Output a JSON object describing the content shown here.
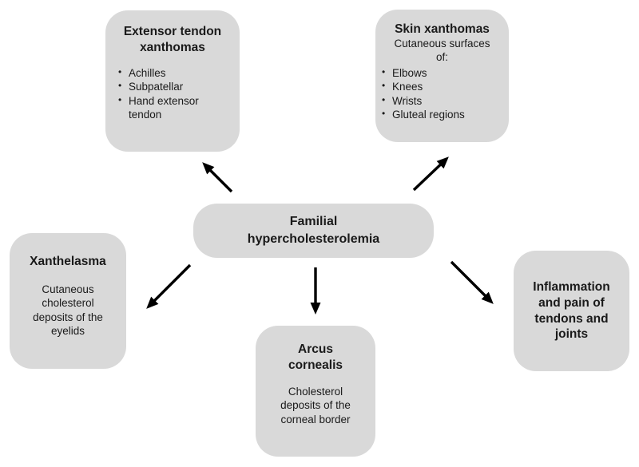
{
  "diagram": {
    "colors": {
      "box_bg": "#d9d9d9",
      "text": "#1a1a1a",
      "arrow": "#000000",
      "background": "#ffffff"
    },
    "nodes": {
      "center": {
        "title": "Familial\nhypercholesterolemia"
      },
      "extensor": {
        "title": "Extensor tendon\nxanthomas",
        "bullets": [
          "Achilles",
          "Subpatellar",
          "Hand extensor tendon"
        ]
      },
      "skin": {
        "title": "Skin xanthomas",
        "subtitle": "Cutaneous surfaces\nof:",
        "bullets": [
          "Elbows",
          "Knees",
          "Wrists",
          "Gluteal regions"
        ]
      },
      "xanthelasma": {
        "title": "Xanthelasma",
        "body": "Cutaneous\ncholesterol\ndeposits of the\neyelids"
      },
      "arcus": {
        "title": "Arcus\ncornealis",
        "body": "Cholesterol\ndeposits of the\ncorneal border"
      },
      "inflammation": {
        "title": "Inflammation\nand pain of\ntendons and\njoints"
      }
    }
  }
}
